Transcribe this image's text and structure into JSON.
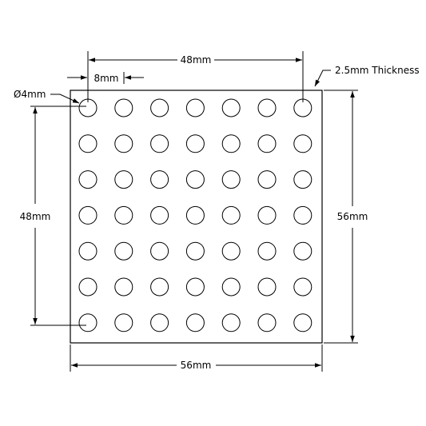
{
  "labels": {
    "top_span": "48mm",
    "pitch": "8mm",
    "hole_diameter": "Ø4mm",
    "thickness": "2.5mm Thickness",
    "left_span": "48mm",
    "right_height": "56mm",
    "bottom_width": "56mm"
  },
  "grid": {
    "rows": 7,
    "cols": 7
  }
}
